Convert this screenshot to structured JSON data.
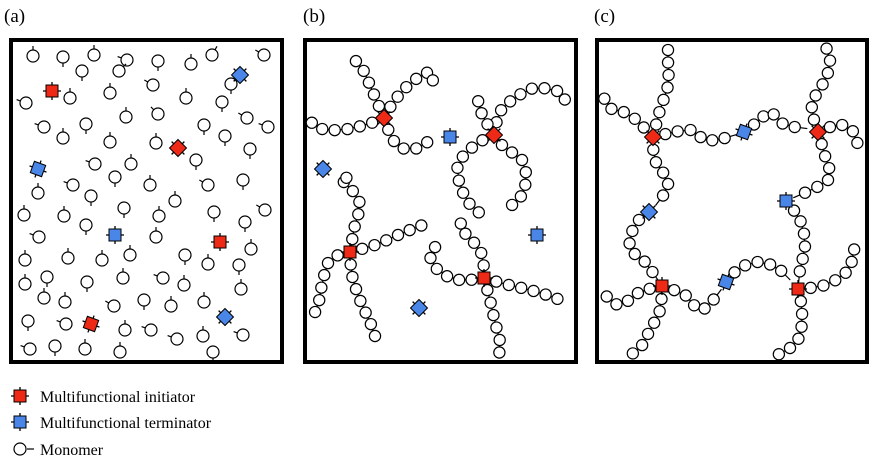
{
  "panels": [
    {
      "label": "(a)"
    },
    {
      "label": "(b)"
    },
    {
      "label": "(c)"
    }
  ],
  "legend": [
    {
      "symbol": "initiator",
      "label": "Multifunctional initiator"
    },
    {
      "symbol": "terminator",
      "label": "Multifunctional terminator"
    },
    {
      "symbol": "monomer",
      "label": "Monomer"
    }
  ],
  "colors": {
    "initiator": "#ee2a16",
    "terminator": "#4a86e8",
    "monomer_fill": "#ffffff",
    "stroke": "#000000",
    "frame": "#000000"
  }
}
